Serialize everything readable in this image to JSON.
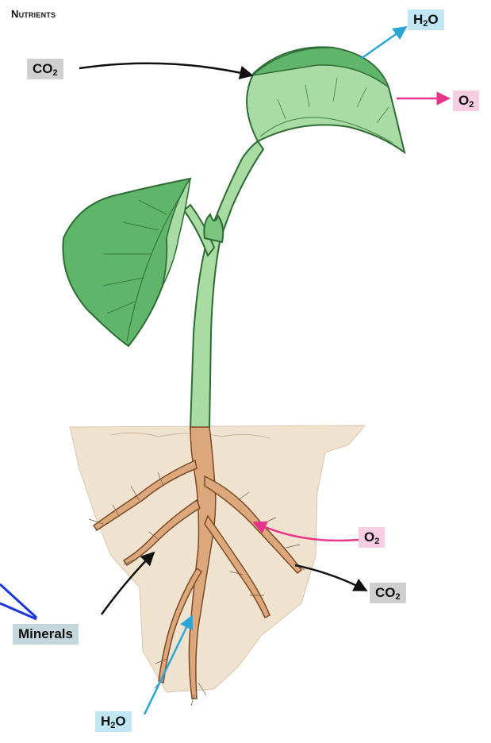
{
  "title": "Nutrients",
  "labels": {
    "co2_leaf": {
      "main": "CO",
      "sub": "2"
    },
    "h2o_leaf": {
      "pre": "H",
      "sub": "2",
      "post": "O"
    },
    "o2_leaf": {
      "main": "O",
      "sub": "2"
    },
    "o2_root": {
      "main": "O",
      "sub": "2"
    },
    "co2_root": {
      "main": "CO",
      "sub": "2"
    },
    "minerals": "Minerals",
    "h2o_root": {
      "pre": "H",
      "sub": "2",
      "post": "O"
    }
  },
  "colors": {
    "leaf": "#5fb56a",
    "leaf_light": "#a9dca5",
    "stem": "#a8dca2",
    "soil": "#efe2cf",
    "root": "#dca77a",
    "arrow_black": "#111111",
    "arrow_blue": "#2aa6d6",
    "arrow_pink": "#e8338a",
    "arrow_navy": "#1a35d8"
  }
}
